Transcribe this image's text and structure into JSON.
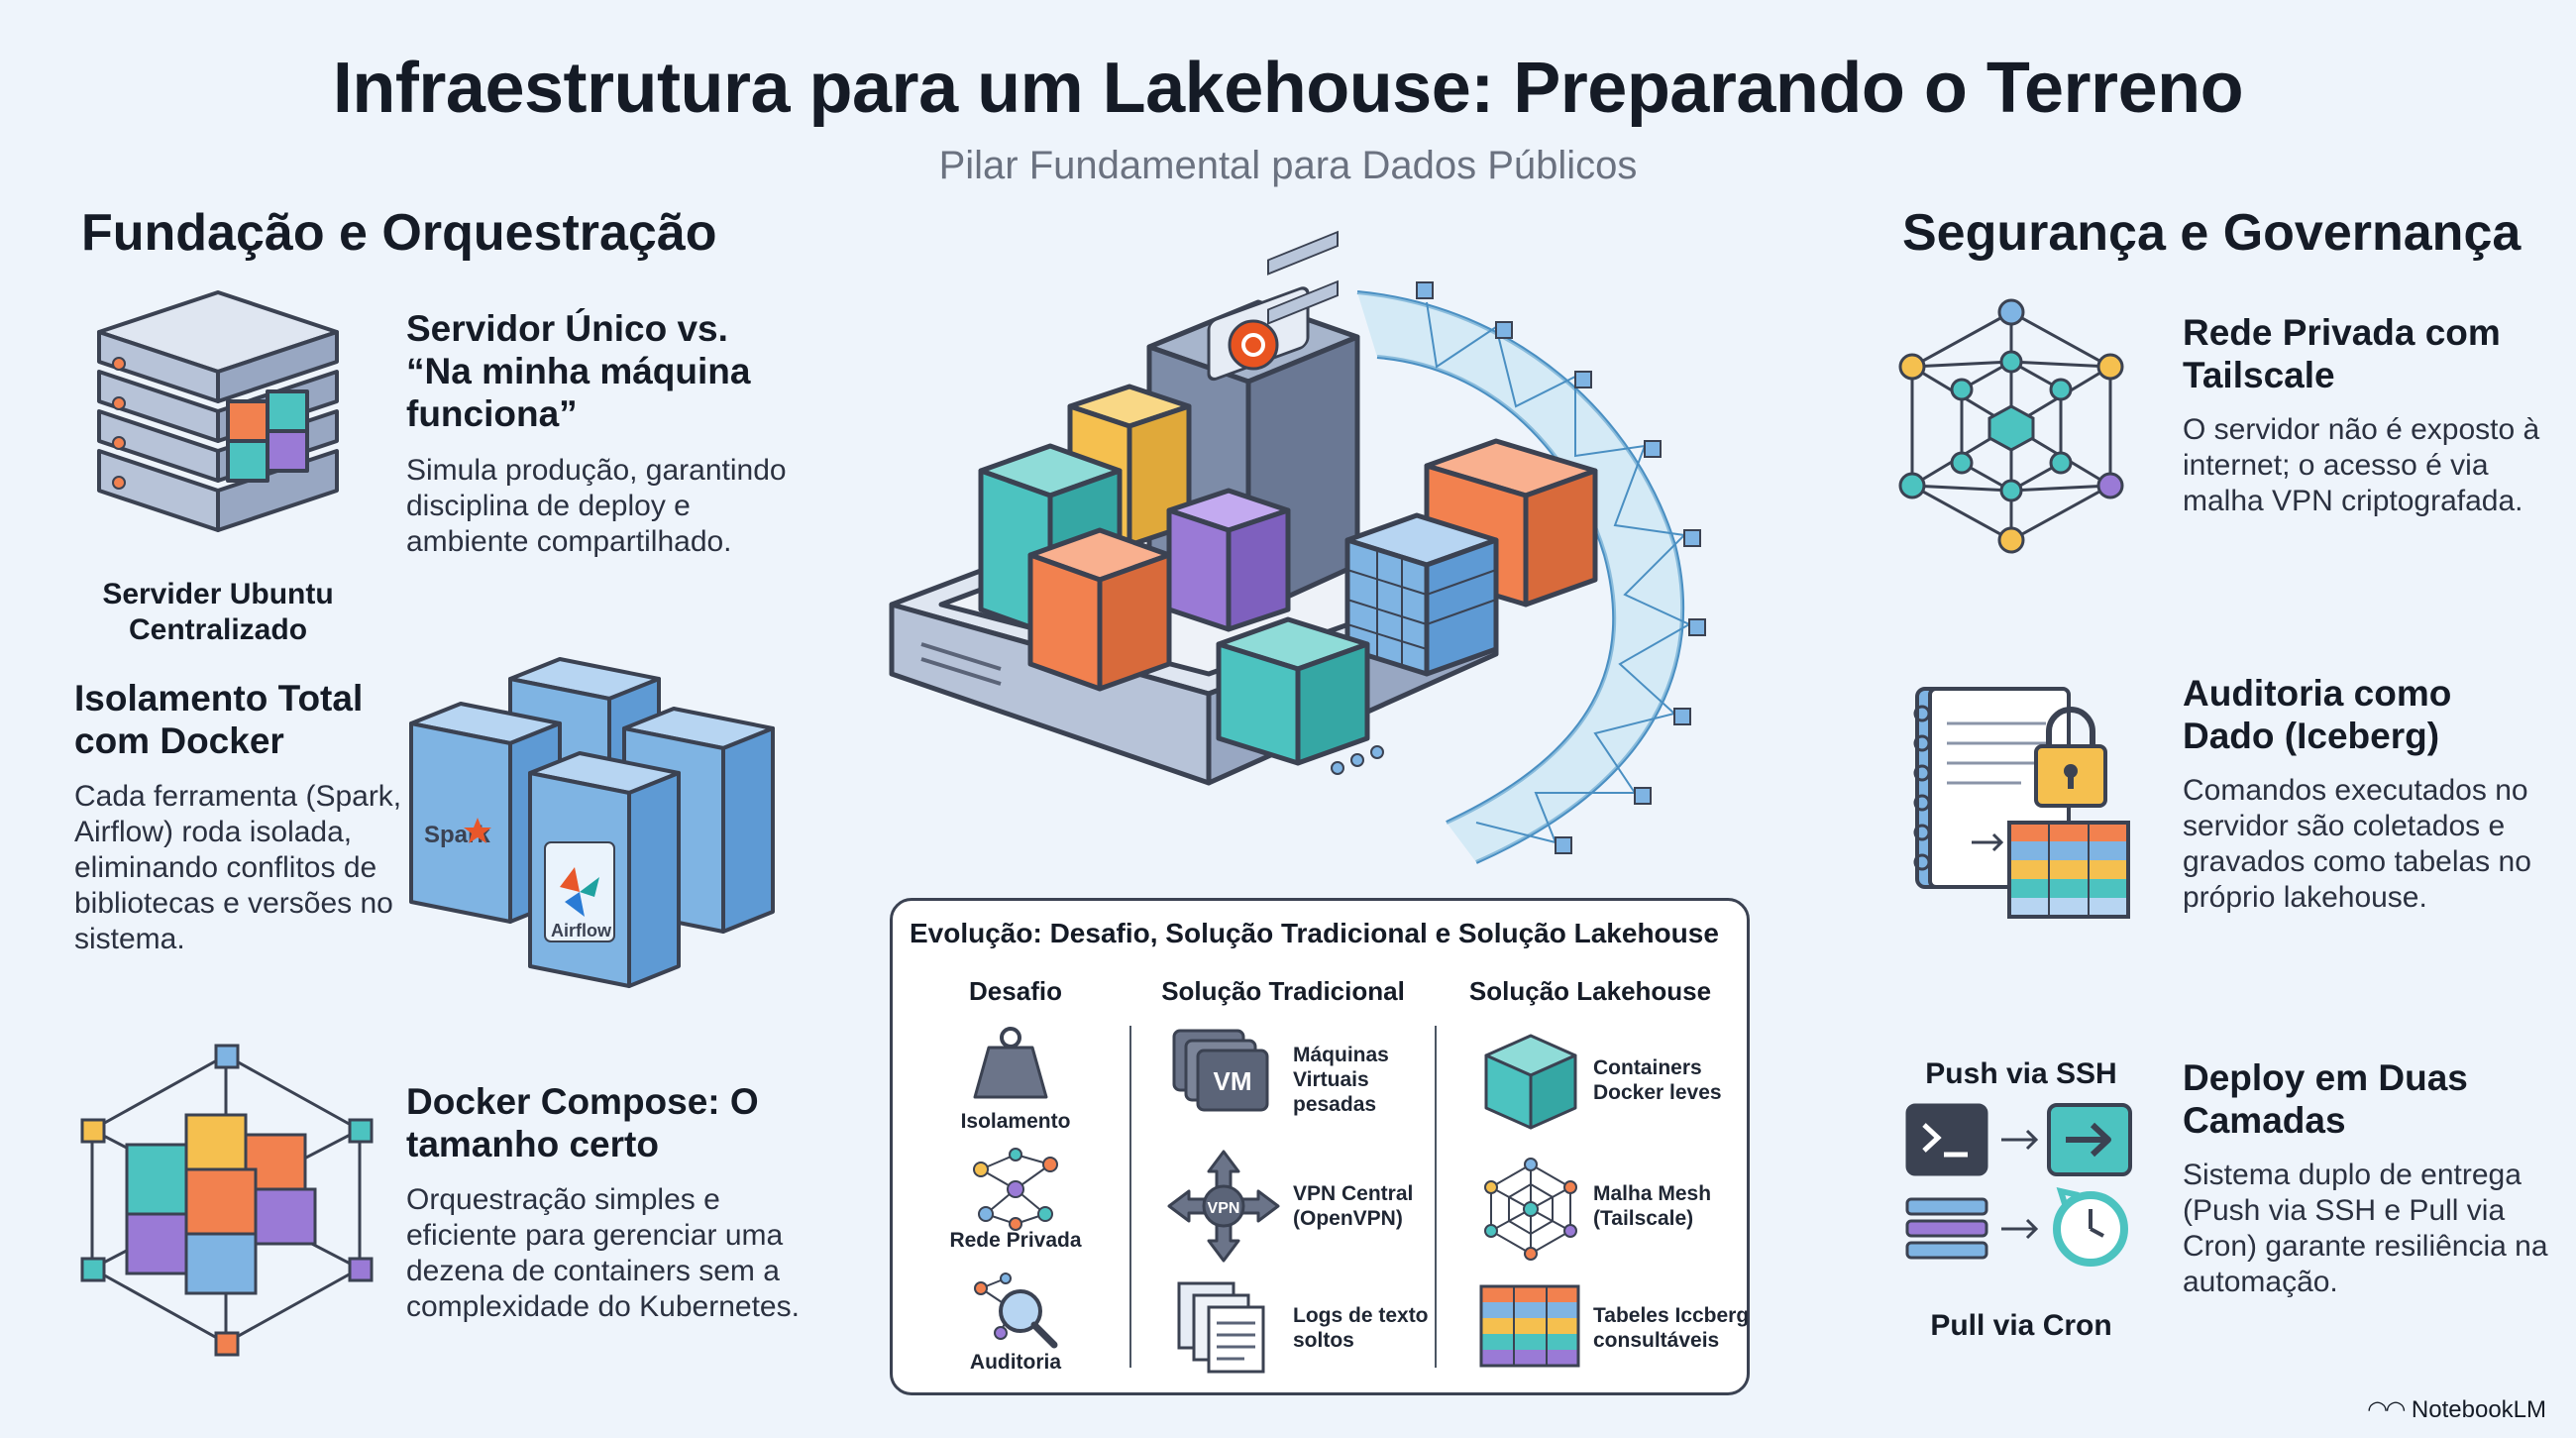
{
  "header": {
    "title": "Infraestrutura para um Lakehouse: Preparando o Terreno",
    "subtitle": "Pilar Fundamental para Dados Públicos"
  },
  "left": {
    "heading": "Fundação e Orquestração",
    "server": {
      "title": "Servidor Único vs. “Na minha máquina funciona”",
      "text": "Simula produção, garantindo disciplina de deploy e ambiente compartilhado.",
      "caption": "Servider Ubuntu Centralizado"
    },
    "docker": {
      "title": "Isolamento Total com Docker",
      "text": "Cada ferramenta (Spark, Airflow) roda isolada, eliminando conflitos de bibliotecas e versões no sistema.",
      "spark_label": "Spark",
      "airflow_label": "Airflow"
    },
    "compose": {
      "title": "Docker Compose: O tamanho certo",
      "text": "Orquestração simples e eficiente para gerenciar uma dezena de containers sem a complexidade do Kubernetes."
    }
  },
  "right": {
    "heading": "Segurança e Governança",
    "tailscale": {
      "title": "Rede Privada com Tailscale",
      "text": "O servidor não é exposto à internet; o acesso é via malha VPN criptografada."
    },
    "audit": {
      "title": "Auditoria como Dado (Iceberg)",
      "text": "Comandos executados no servidor são coletados e gravados como tabelas no próprio lakehouse."
    },
    "deploy": {
      "title": "Deploy em Duas Camadas",
      "text": "Sistema duplo de entrega (Push via SSH e Pull via Cron) garante resiliência na automação.",
      "push_label": "Push via SSH",
      "pull_label": "Pull via Cron"
    }
  },
  "evolution": {
    "title": "Evolução: Desafio, Solução Tradicional e Solução Lakehouse",
    "headers": [
      "Desafio",
      "Solução Tradicional",
      "Solução Lakehouse"
    ],
    "rows": [
      {
        "challenge": "Isolamento",
        "traditional": "Máquinas Virtuais pesadas",
        "lakehouse": "Containers Docker leves",
        "vm_label": "VM"
      },
      {
        "challenge": "Rede Privada",
        "traditional": "VPN Central (OpenVPN)",
        "lakehouse": "Malha Mesh (Tailscale)",
        "vpn_label": "VPN"
      },
      {
        "challenge": "Auditoria",
        "traditional": "Logs de texto soltos",
        "lakehouse": "Tabeles Iccberg consultáveis"
      }
    ]
  },
  "credit": "NotebookLM",
  "colors": {
    "teal": "#4cc3c0",
    "orange": "#f2814f",
    "yellow": "#f5c04f",
    "purple": "#9a7ad6",
    "blue": "#7fb4e3",
    "slate": "#5b6478",
    "ink": "#3b4252"
  }
}
